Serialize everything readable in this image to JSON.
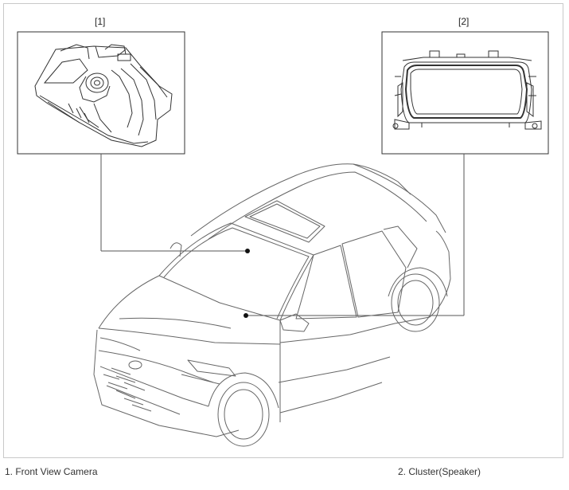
{
  "diagram": {
    "callouts": [
      "[1]",
      "[2]"
    ],
    "captions": [
      "1. Front View Camera",
      "2. Cluster(Speaker)"
    ]
  }
}
